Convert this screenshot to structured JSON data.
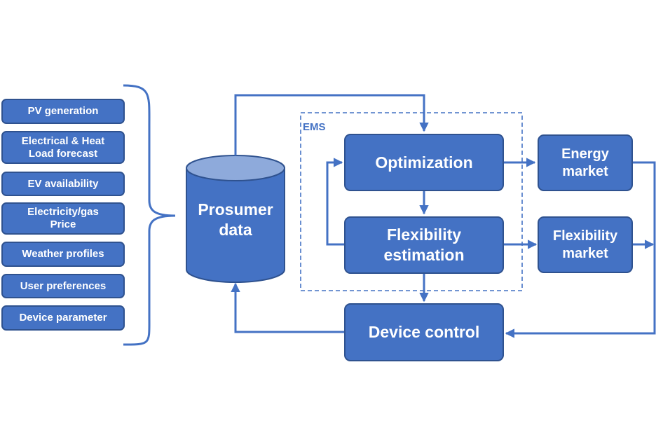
{
  "colors": {
    "box_fill": "#4472c4",
    "box_border": "#2f528f",
    "cylinder_top": "#8eaadb",
    "text": "#ffffff",
    "ems_label": "#4472c4"
  },
  "inputs": [
    "PV generation",
    "Electrical & Heat\nLoad forecast",
    "EV availability",
    "Electricity/gas\nPrice",
    "Weather profiles",
    "User preferences",
    "Device parameter"
  ],
  "data_store": {
    "label": "Prosumer\ndata"
  },
  "ems": {
    "label": "EMS"
  },
  "blocks": {
    "optimization": "Optimization",
    "flexibility_estimation": "Flexibility\nestimation",
    "device_control": "Device control"
  },
  "markets": {
    "energy": "Energy\nmarket",
    "flexibility": "Flexibility\nmarket"
  }
}
